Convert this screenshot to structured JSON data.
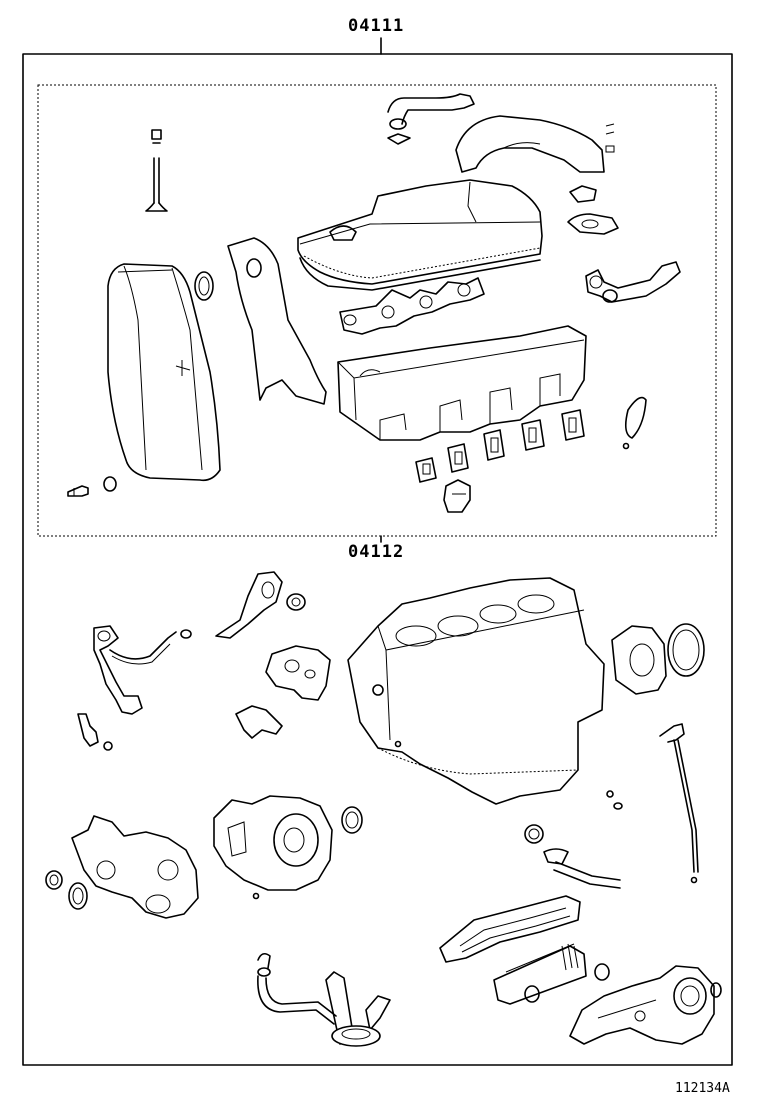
{
  "labels": {
    "outer_kit": "04111",
    "inner_kit": "04112",
    "figure_ref": "112134A"
  },
  "parts_icons": [
    "valve-icon",
    "timing-cover-icon",
    "oil-seal-icon",
    "cylinder-head-cover-icon",
    "manifold-gasket-icon",
    "cylinder-head-icon",
    "water-pipe-icon",
    "cylinder-block-icon",
    "rear-oil-seal-icon",
    "oil-dipstick-icon",
    "oil-strainer-icon",
    "oil-cooler-icon",
    "water-pump-icon",
    "oil-pump-icon",
    "front-cover-icon"
  ]
}
